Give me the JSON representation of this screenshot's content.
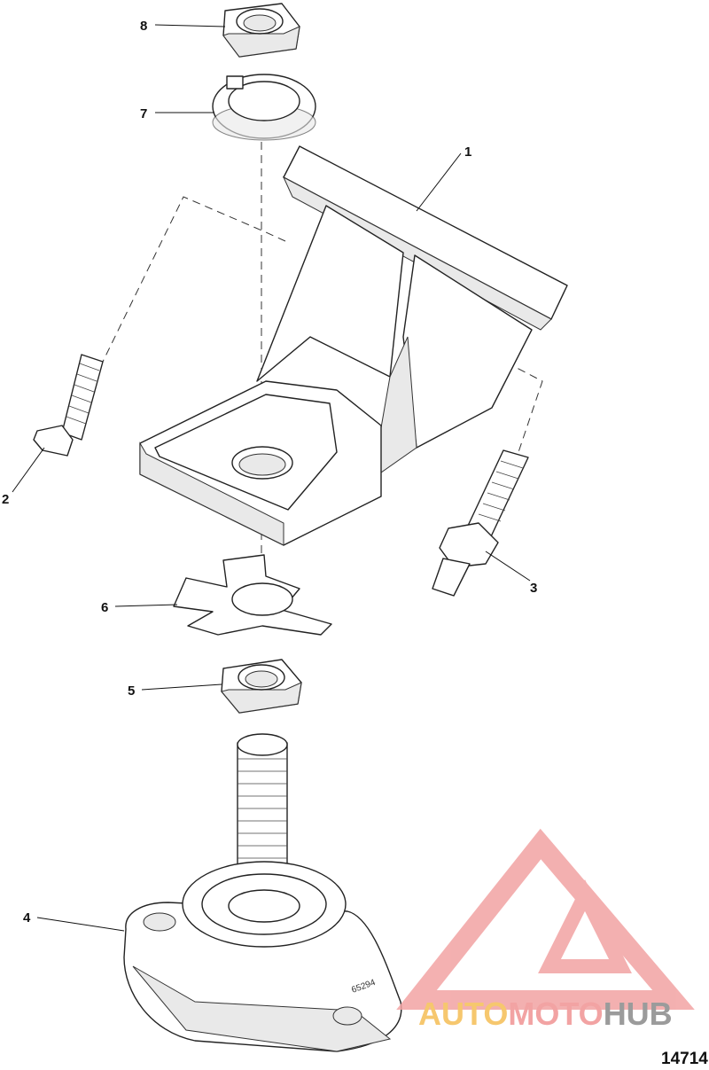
{
  "figure_number": "14714",
  "part_stamp": "65294",
  "watermark": {
    "auto": "AUTO",
    "moto": "MOTO",
    "hub": "HUB",
    "colors": {
      "auto": "#f6c76e",
      "moto": "#f2a3a3",
      "hub": "#9b9b9b"
    }
  },
  "callouts": [
    "1",
    "2",
    "3",
    "4",
    "5",
    "6",
    "7",
    "8"
  ]
}
